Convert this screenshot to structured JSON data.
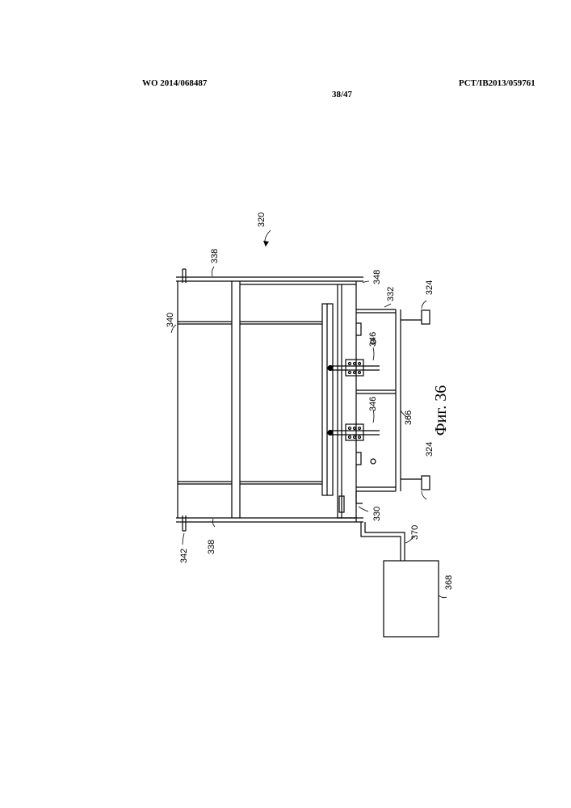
{
  "header": {
    "publication_left": "WO 2014/068487",
    "publication_right": "PCT/IB2013/059761",
    "page_number": "38/47"
  },
  "figure": {
    "caption": "Фиг. 36",
    "assembly_label": "320",
    "labels": {
      "l338_top": "338",
      "l348": "348",
      "l332": "332",
      "l324_top": "324",
      "l340": "340",
      "l346_top": "346",
      "l346_bottom": "346",
      "l366": "366",
      "l324_bottom": "324",
      "l330": "330",
      "l370": "370",
      "l342": "342",
      "l338_bottom": "338",
      "l368": "368"
    }
  }
}
